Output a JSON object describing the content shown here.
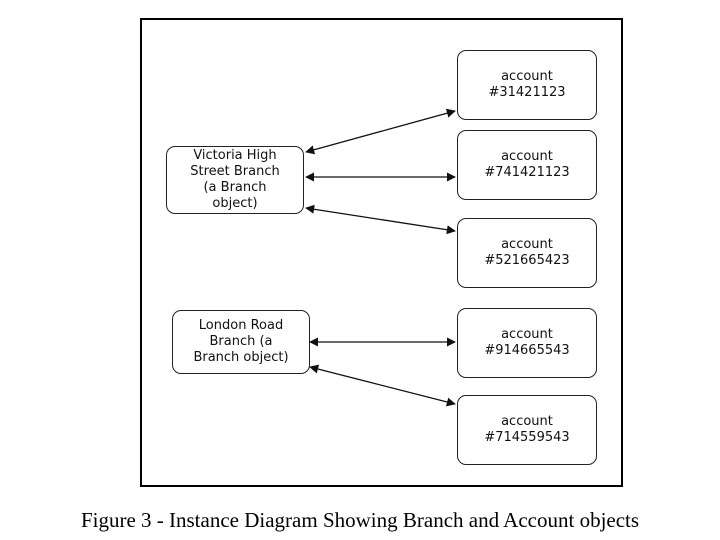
{
  "branches": [
    {
      "label": "Victoria High\nStreet Branch\n(a Branch\nobject)"
    },
    {
      "label": "London Road\nBranch (a\nBranch object)"
    }
  ],
  "accounts": [
    {
      "label": "account\n#31421123"
    },
    {
      "label": "account\n#741421123"
    },
    {
      "label": "account\n#521665423"
    },
    {
      "label": "account\n#914665543"
    },
    {
      "label": "account\n#714559543"
    }
  ],
  "caption": "Figure 3 - Instance Diagram Showing Branch and Account objects"
}
